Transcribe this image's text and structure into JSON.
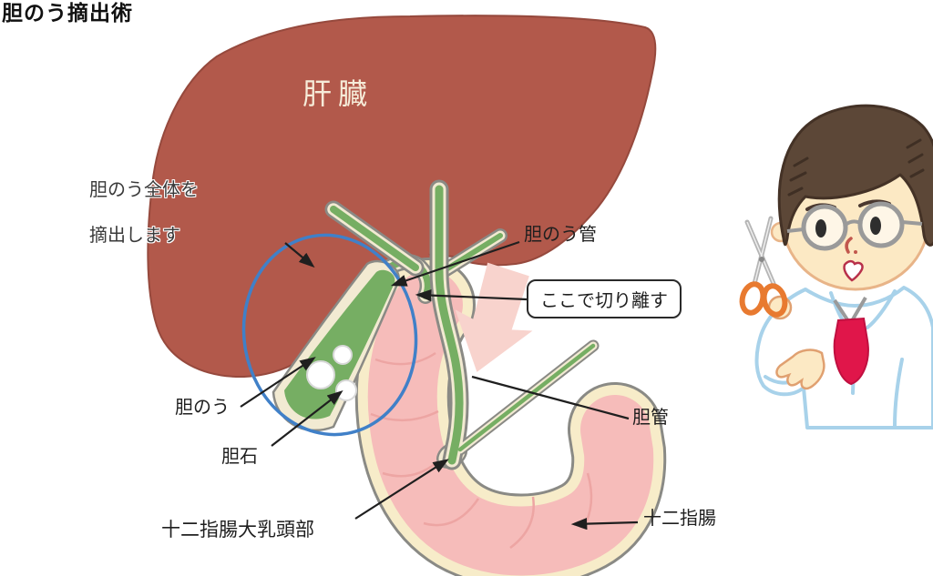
{
  "title": "胆のう摘出術",
  "diagram": {
    "organ_labels": {
      "liver": "肝臓",
      "gallbladder": "胆のう",
      "gallstone": "胆石",
      "cystic_duct": "胆のう管",
      "bile_duct": "胆管",
      "duodenum": "十二指腸",
      "papilla": "十二指腸大乳頭部"
    },
    "annotations": {
      "note_line1": "胆のう全体を",
      "note_line2": "摘出します",
      "cut_here": "ここで切り離す"
    },
    "colors": {
      "liver": "#b2594b",
      "duct_green": "#76ae63",
      "duct_cream": "#f2ead2",
      "duct_gray": "#8a8a85",
      "duodenum_pink": "#f6bcba",
      "fold_pink": "#eda5a3",
      "arrow_pink": "#f8d3cd",
      "highlight_blue": "#4080c8",
      "label_text": "#1f1f1f",
      "liver_label_text": "#f6ecd9",
      "coat_outline_blue": "#a8d2ea",
      "tie_red": "#e0164a",
      "scissors_handle_orange": "#e87a30"
    }
  }
}
